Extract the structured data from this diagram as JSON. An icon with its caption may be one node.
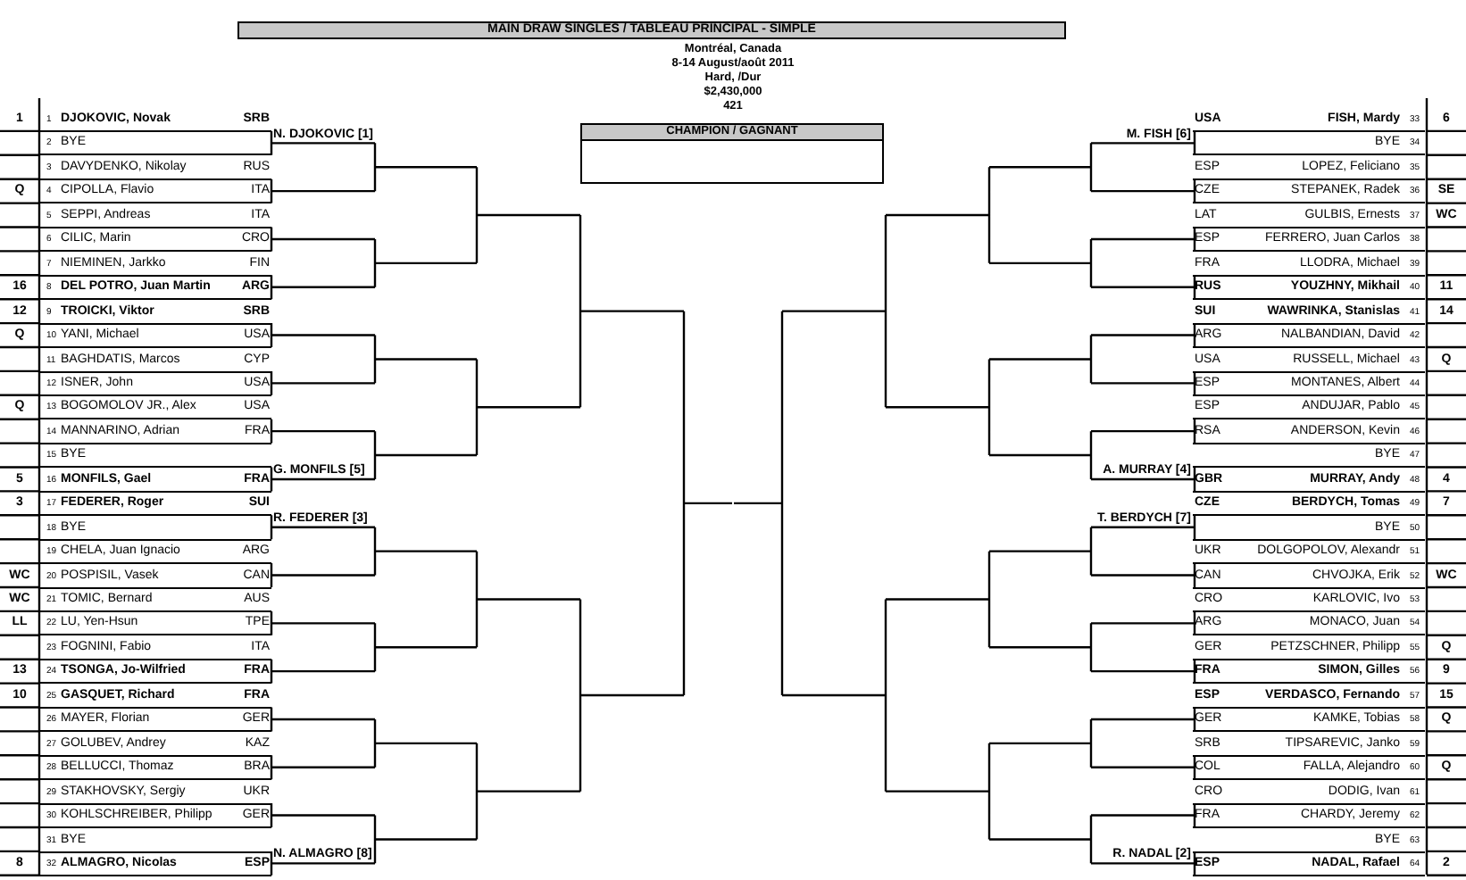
{
  "diagram": {
    "title": "MAIN DRAW SINGLES / TABLEAU PRINCIPAL - SIMPLE",
    "nodes": [
      {
        "text": [
          "CHAMPION / GAGNANT"
        ]
      },
      {
        "text": [
          "1",
          "DJOKOVIC, Novak",
          "SRB"
        ],
        "beside": [
          "1"
        ]
      },
      {
        "text": [
          "2",
          "BYE"
        ]
      },
      {
        "text": [
          "3",
          "DAVYDENKO, Nikolay",
          "RUS"
        ]
      },
      {
        "text": [
          "4",
          "CIPOLLA, Flavio",
          "ITA"
        ],
        "beside": [
          "Q"
        ]
      },
      {
        "text": [
          "5",
          "SEPPI, Andreas",
          "ITA"
        ]
      },
      {
        "text": [
          "6",
          "CILIC, Marin",
          "CRO"
        ]
      },
      {
        "text": [
          "7",
          "NIEMINEN, Jarkko",
          "FIN"
        ]
      },
      {
        "text": [
          "8",
          "DEL POTRO, Juan Martin",
          "ARG"
        ],
        "beside": [
          "16"
        ]
      },
      {
        "text": [
          "9",
          "TROICKI, Viktor",
          "SRB"
        ],
        "beside": [
          "12"
        ]
      },
      {
        "text": [
          "10",
          "YANI, Michael",
          "USA"
        ],
        "beside": [
          "Q"
        ]
      },
      {
        "text": [
          "11",
          "BAGHDATIS, Marcos",
          "CYP"
        ]
      },
      {
        "text": [
          "12",
          "ISNER, John",
          "USA"
        ]
      },
      {
        "text": [
          "13",
          "BOGOMOLOV JR., Alex",
          "USA"
        ],
        "beside": [
          "Q"
        ]
      },
      {
        "text": [
          "14",
          "MANNARINO, Adrian",
          "FRA"
        ]
      },
      {
        "text": [
          "15",
          "BYE"
        ]
      },
      {
        "text": [
          "16",
          "MONFILS, Gael",
          "FRA"
        ],
        "beside": [
          "5"
        ]
      },
      {
        "text": [
          "17",
          "FEDERER, Roger",
          "SUI"
        ],
        "beside": [
          "3"
        ]
      },
      {
        "text": [
          "18",
          "BYE"
        ]
      },
      {
        "text": [
          "19",
          "CHELA, Juan Ignacio",
          "ARG"
        ]
      },
      {
        "text": [
          "20",
          "POSPISIL, Vasek",
          "CAN"
        ],
        "beside": [
          "WC"
        ]
      },
      {
        "text": [
          "21",
          "TOMIC, Bernard",
          "AUS"
        ],
        "beside": [
          "WC"
        ]
      },
      {
        "text": [
          "22",
          "LU, Yen-Hsun",
          "TPE"
        ],
        "beside": [
          "LL"
        ]
      },
      {
        "text": [
          "23",
          "FOGNINI, Fabio",
          "ITA"
        ]
      },
      {
        "text": [
          "24",
          "TSONGA, Jo-Wilfried",
          "FRA"
        ],
        "beside": [
          "13"
        ]
      },
      {
        "text": [
          "25",
          "GASQUET, Richard",
          "FRA"
        ],
        "beside": [
          "10"
        ]
      },
      {
        "text": [
          "26",
          "MAYER, Florian",
          "GER"
        ]
      },
      {
        "text": [
          "27",
          "GOLUBEV, Andrey",
          "KAZ"
        ]
      },
      {
        "text": [
          "28",
          "BELLUCCI, Thomaz",
          "BRA"
        ]
      },
      {
        "text": [
          "29",
          "STAKHOVSKY, Sergiy",
          "UKR"
        ]
      },
      {
        "text": [
          "30",
          "KOHLSCHREIBER, Philipp",
          "GER"
        ]
      },
      {
        "text": [
          "31",
          "BYE"
        ]
      },
      {
        "text": [
          "32",
          "ALMAGRO, Nicolas",
          "ESP"
        ],
        "beside": [
          "8"
        ]
      },
      {
        "text": [
          "USA",
          "FISH, Mardy",
          "33"
        ],
        "beside": [
          "6"
        ]
      },
      {
        "text": [
          "BYE",
          "34"
        ]
      },
      {
        "text": [
          "ESP",
          "LOPEZ, Feliciano",
          "35"
        ]
      },
      {
        "text": [
          "CZE",
          "STEPANEK, Radek",
          "36"
        ],
        "beside": [
          "SE"
        ]
      },
      {
        "text": [
          "LAT",
          "GULBIS, Ernests",
          "37"
        ],
        "beside": [
          "WC"
        ]
      },
      {
        "text": [
          "ESP",
          "FERRERO, Juan Carlos",
          "38"
        ]
      },
      {
        "text": [
          "FRA",
          "LLODRA, Michael",
          "39"
        ]
      },
      {
        "text": [
          "RUS",
          "YOUZHNY, Mikhail",
          "40"
        ],
        "beside": [
          "11"
        ]
      },
      {
        "text": [
          "SUI",
          "WAWRINKA, Stanislas",
          "41"
        ],
        "beside": [
          "14"
        ]
      },
      {
        "text": [
          "ARG",
          "NALBANDIAN, David",
          "42"
        ]
      },
      {
        "text": [
          "USA",
          "RUSSELL, Michael",
          "43"
        ],
        "beside": [
          "Q"
        ]
      },
      {
        "text": [
          "ESP",
          "MONTANES, Albert",
          "44"
        ]
      },
      {
        "text": [
          "ESP",
          "ANDUJAR, Pablo",
          "45"
        ]
      },
      {
        "text": [
          "RSA",
          "ANDERSON, Kevin",
          "46"
        ]
      },
      {
        "text": [
          "BYE",
          "47"
        ]
      },
      {
        "text": [
          "GBR",
          "MURRAY, Andy",
          "48"
        ],
        "beside": [
          "4"
        ]
      },
      {
        "text": [
          "CZE",
          "BERDYCH, Tomas",
          "49"
        ],
        "beside": [
          "7"
        ]
      },
      {
        "text": [
          "BYE",
          "50"
        ]
      },
      {
        "text": [
          "UKR",
          "DOLGOPOLOV, Alexandr",
          "51"
        ]
      },
      {
        "text": [
          "CAN",
          "CHVOJKA, Erik",
          "52"
        ],
        "beside": [
          "WC"
        ]
      },
      {
        "text": [
          "CRO",
          "KARLOVIC, Ivo",
          "53"
        ]
      },
      {
        "text": [
          "ARG",
          "MONACO, Juan",
          "54"
        ]
      },
      {
        "text": [
          "GER",
          "PETZSCHNER, Philipp",
          "55"
        ],
        "beside": [
          "Q"
        ]
      },
      {
        "text": [
          "FRA",
          "SIMON, Gilles",
          "56"
        ],
        "beside": [
          "9"
        ]
      },
      {
        "text": [
          "ESP",
          "VERDASCO, Fernando",
          "57"
        ],
        "beside": [
          "15"
        ]
      },
      {
        "text": [
          "GER",
          "KAMKE, Tobias",
          "58"
        ],
        "beside": [
          "Q"
        ]
      },
      {
        "text": [
          "SRB",
          "TIPSAREVIC, Janko",
          "59"
        ]
      },
      {
        "text": [
          "COL",
          "FALLA, Alejandro",
          "60"
        ],
        "beside": [
          "Q"
        ]
      },
      {
        "text": [
          "CRO",
          "DODIG, Ivan",
          "61"
        ]
      },
      {
        "text": [
          "FRA",
          "CHARDY, Jeremy",
          "62"
        ]
      },
      {
        "text": [
          "BYE",
          "63"
        ]
      },
      {
        "text": [
          "ESP",
          "NADAL, Rafael",
          "64"
        ],
        "beside": [
          "2"
        ]
      }
    ],
    "labels": [
      "Montréal, Canada",
      "8-14 August/août 2011",
      "Hard, /Dur",
      "$2,430,000",
      "421",
      "N. DJOKOVIC [1]",
      "M. FISH [6]",
      "G. MONFILS [5]",
      "A. MURRAY [4]",
      "R. FEDERER [3]",
      "T. BERDYCH [7]",
      "N. ALMAGRO [8]",
      "R. NADAL [2]"
    ]
  }
}
